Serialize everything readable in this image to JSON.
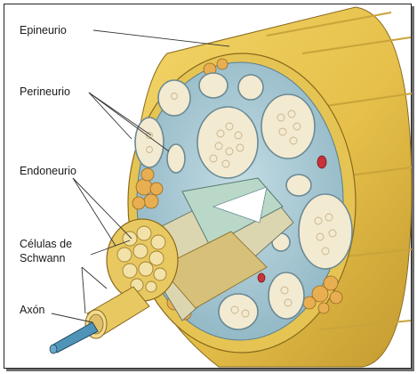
{
  "labels": {
    "epineurio": "Epineurio",
    "perineurio": "Perineurio",
    "endoneurio": "Endoneurio",
    "celulas_line1": "Células de",
    "celulas_line2": "Schwann",
    "axon": "Axón"
  },
  "colors": {
    "epineurium_yellow": "#e8c64a",
    "epineurium_shadow": "#b8902a",
    "cross_section_blue": "#a9cbd6",
    "fascicle_fill": "#f3ead2",
    "fat_tissue": "#e2a84a",
    "blood_vessel": "#c8323a",
    "axon_blue": "#4f93b8",
    "leader_line": "#333333"
  }
}
